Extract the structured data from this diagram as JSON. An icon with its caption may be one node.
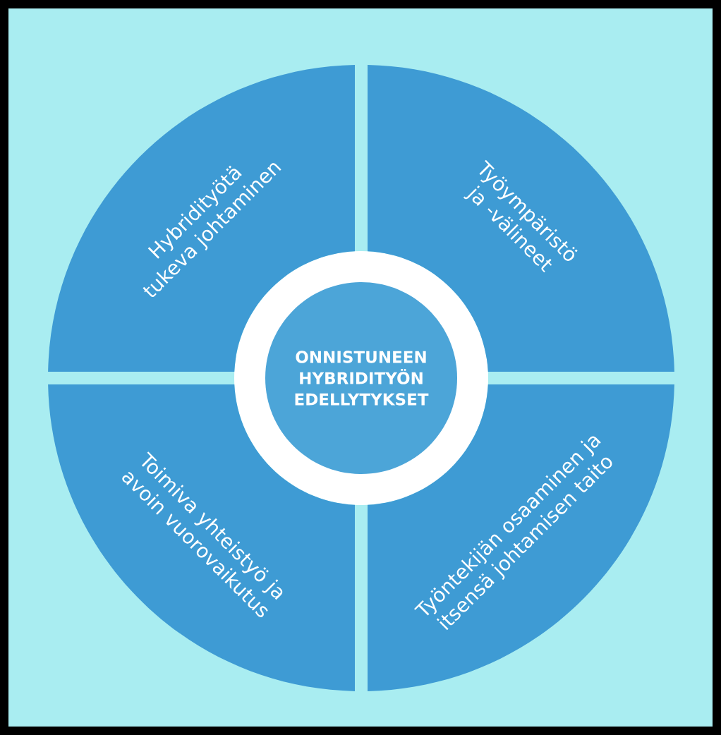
{
  "diagram": {
    "nodes": [
      {
        "text": [
          "ONNISTUNEEN HYBRIDITYÖN EDELLYTYKSET"
        ]
      },
      {
        "text": [
          "Hybridityötä tukeva johtaminen"
        ]
      },
      {
        "text": [
          "Työympäristö ja -välineet"
        ]
      },
      {
        "text": [
          "Toimiva yhteistyö ja avoin vuorovaikutus"
        ]
      },
      {
        "text": [
          "Työntekijän osaaminen ja itsensä johtamisen taito"
        ]
      }
    ]
  }
}
